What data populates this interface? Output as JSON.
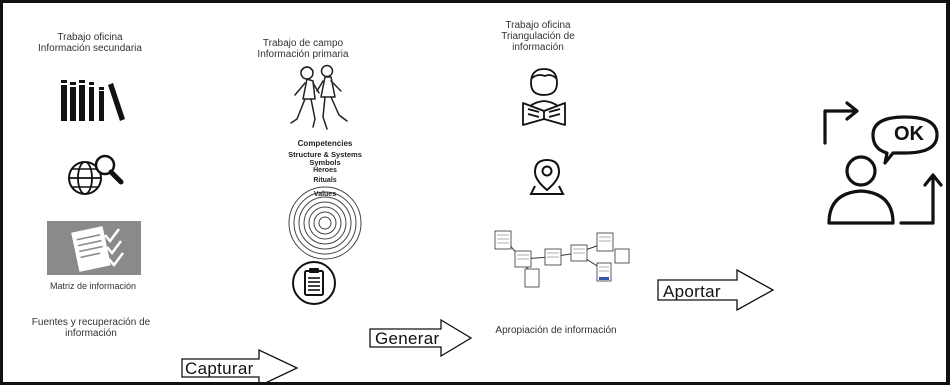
{
  "col1": {
    "title_line1": "Trabajo oficina",
    "title_line2": "Información secundaria",
    "matrix_label": "Matriz de información",
    "bottom_line1": "Fuentes y recuperación de",
    "bottom_line2": "información"
  },
  "col2": {
    "title_line1": "Trabajo de campo",
    "title_line2": "Información primaria",
    "rings": [
      "Competencies",
      "Structure & Systems",
      "Symbols",
      "Heroes",
      "Rituals",
      "Values"
    ]
  },
  "col3": {
    "title_line1": "Trabajo oficina",
    "title_line2": "Triangulación de",
    "title_line3": "información",
    "bottom_label": "Apropiación de información"
  },
  "arrows": {
    "capturar": "Capturar",
    "generar": "Generar",
    "aportar": "Aportar"
  },
  "result": {
    "bubble_text": "OK"
  }
}
